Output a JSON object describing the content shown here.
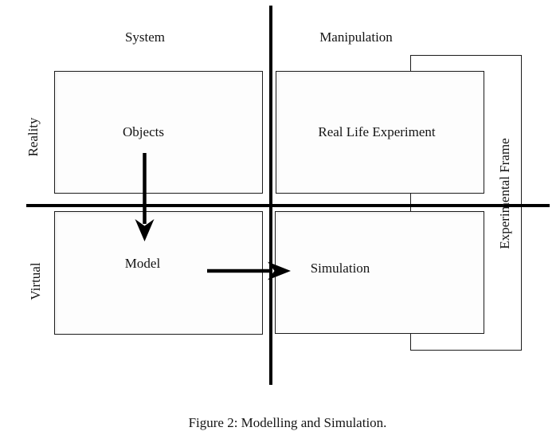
{
  "figure": {
    "caption": "Figure 2: Modelling and Simulation.",
    "columns": [
      {
        "label": "System"
      },
      {
        "label": "Manipulation"
      }
    ],
    "rows": [
      {
        "label": "Reality"
      },
      {
        "label": "Virtual"
      }
    ],
    "quadrant_boxes": [
      {
        "name": "objects",
        "label": "Objects",
        "row": "Reality",
        "column": "System"
      },
      {
        "name": "real-life-experiment",
        "label": "Real Life Experiment",
        "row": "Reality",
        "column": "Manipulation"
      },
      {
        "name": "model",
        "label": "Model",
        "row": "Virtual",
        "column": "System"
      },
      {
        "name": "simulation",
        "label": "Simulation",
        "row": "Virtual",
        "column": "Manipulation"
      }
    ],
    "frame": {
      "label": "Experimental Frame"
    },
    "arrows": [
      {
        "name": "objects-to-model",
        "from": "Objects",
        "to": "Model",
        "direction": "down"
      },
      {
        "name": "model-to-simulation",
        "from": "Model",
        "to": "Simulation",
        "direction": "right"
      }
    ],
    "colors": {
      "line": "#000000",
      "box_border": "#1c1c1c",
      "box_fill": "#fdfdfd",
      "background": "#ffffff"
    }
  }
}
